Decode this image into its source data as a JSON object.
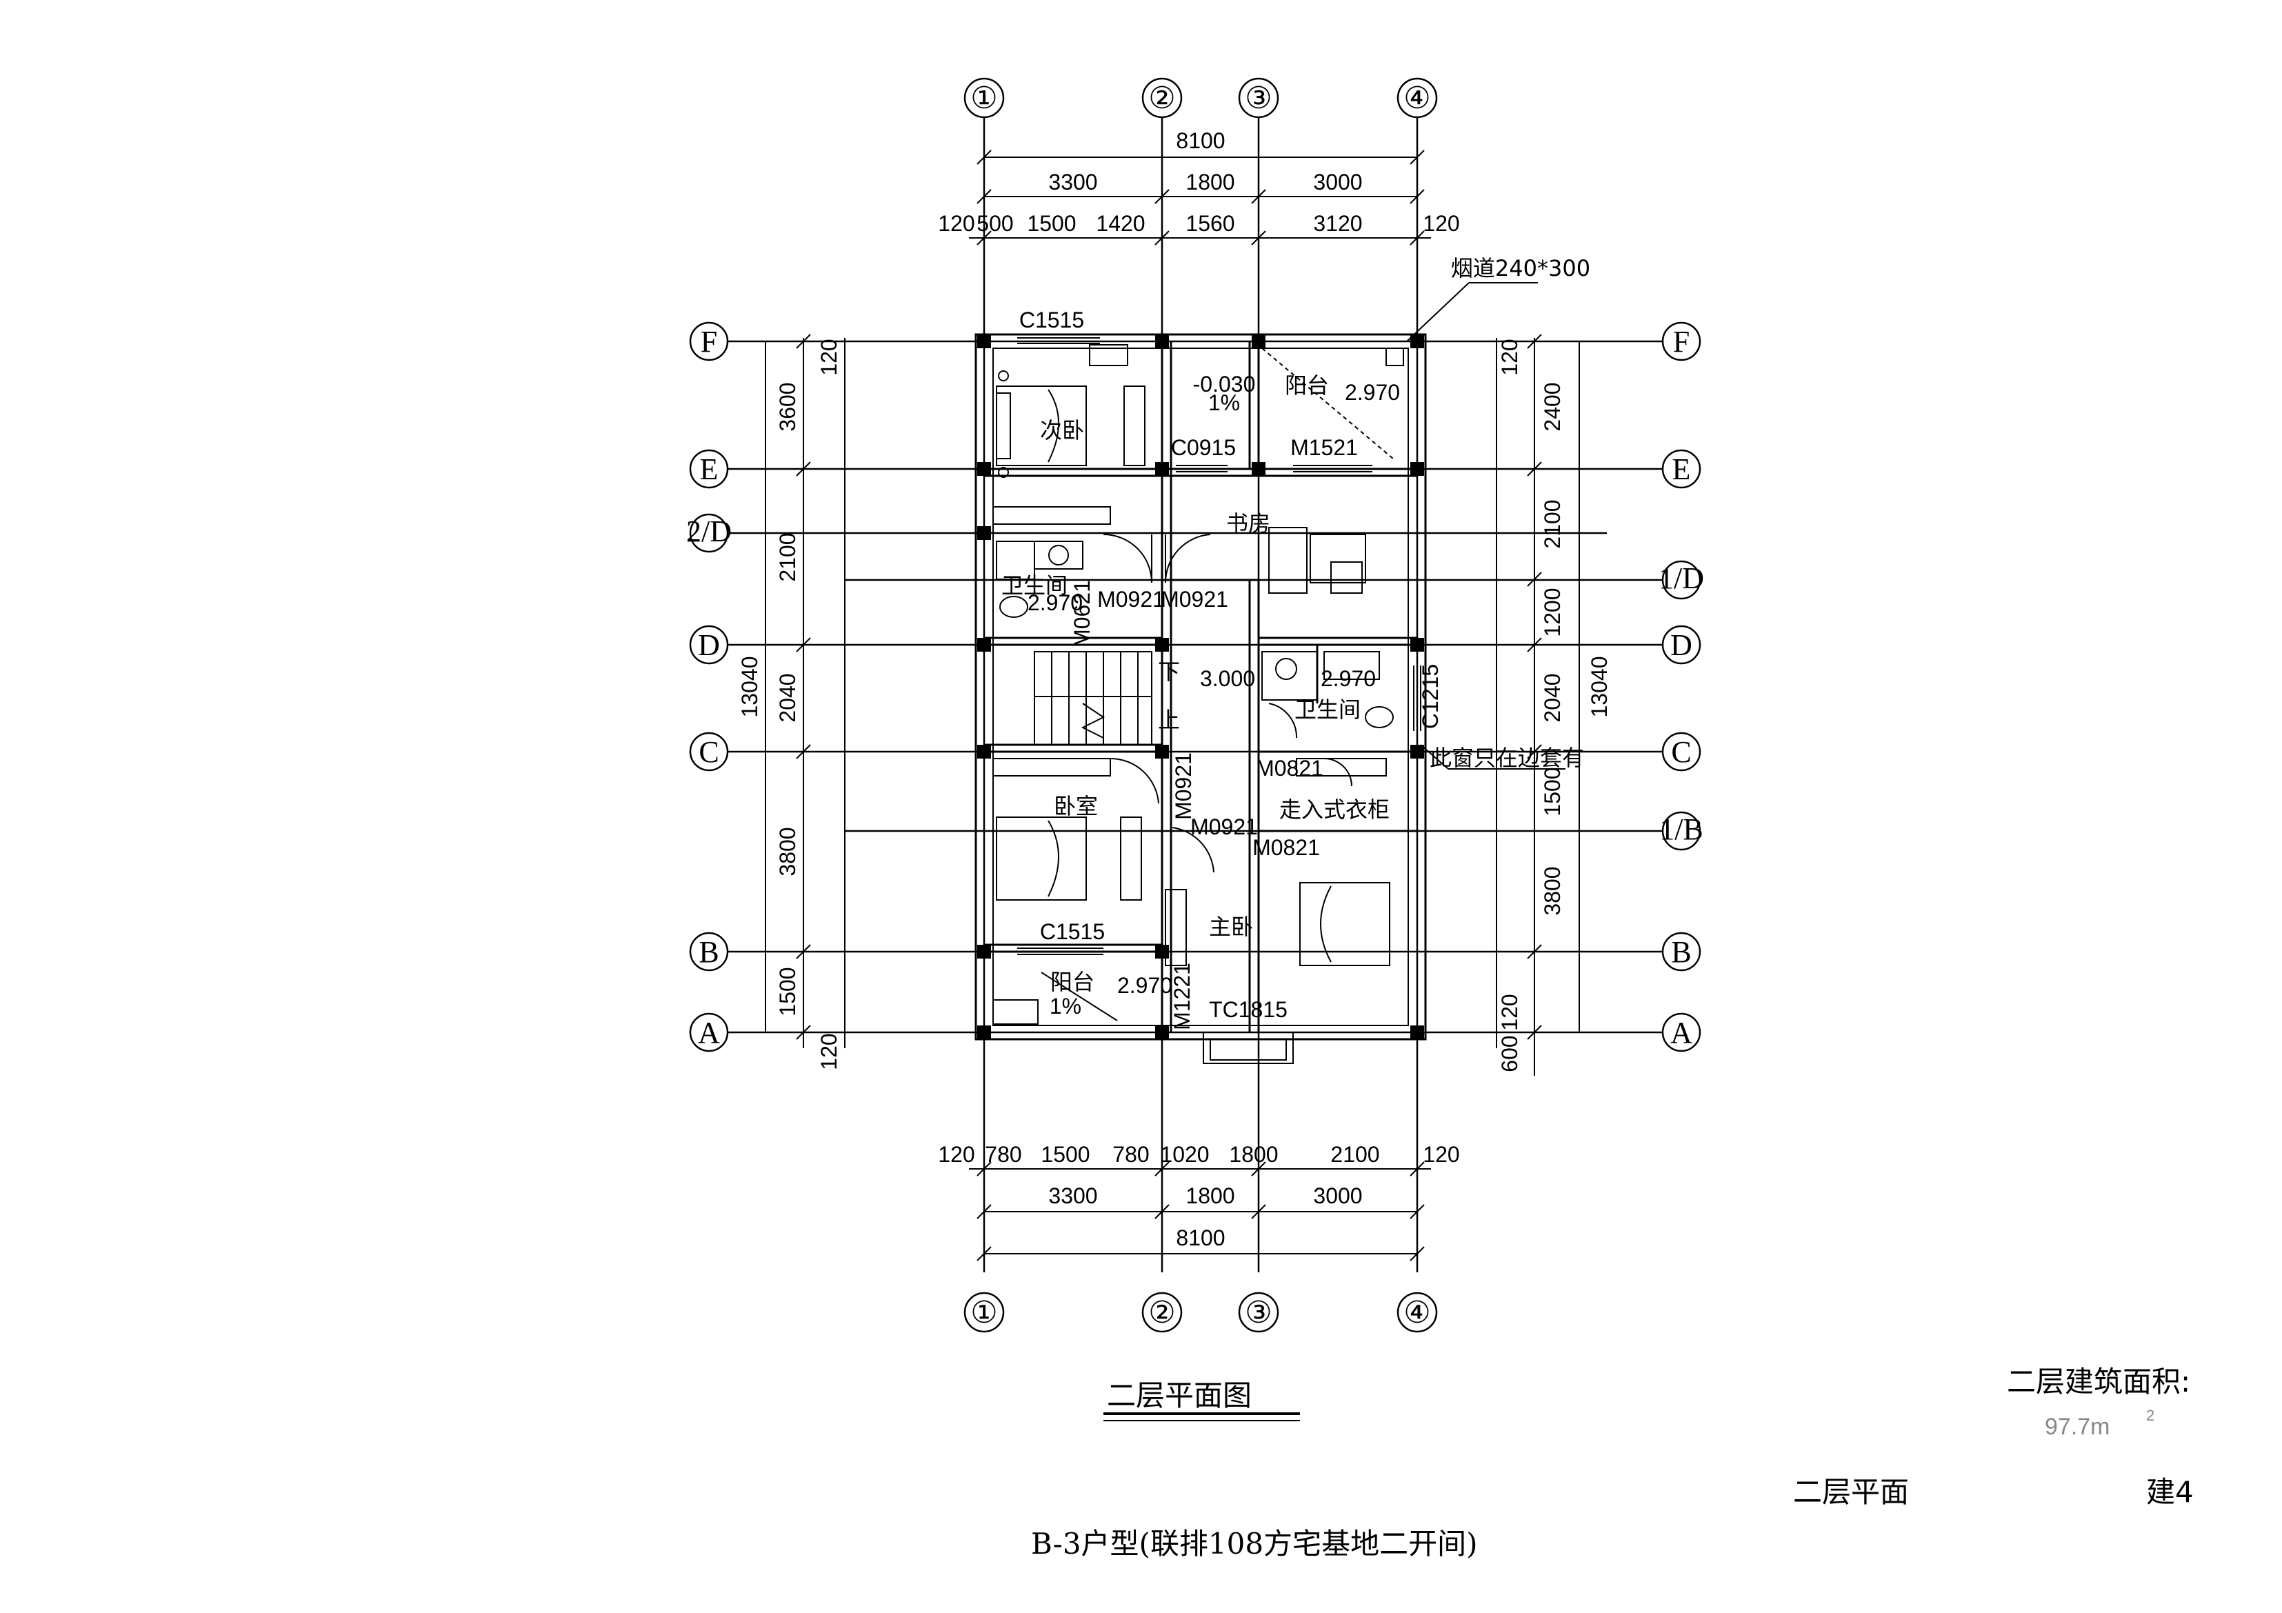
{
  "axes": {
    "columns": [
      "①",
      "②",
      "③",
      "④"
    ],
    "rows": [
      "F",
      "E",
      "2/D",
      "1/D",
      "D",
      "C",
      "1/B",
      "B",
      "A"
    ]
  },
  "dims": {
    "top_total": "8100",
    "top_bays": [
      "3300",
      "1800",
      "3000"
    ],
    "top_detail": [
      "120",
      "500",
      "1500",
      "1420",
      "1560",
      "3120",
      "120"
    ],
    "bottom_detail": [
      "120",
      "780",
      "1500",
      "780",
      "1020",
      "1800",
      "2100",
      "120"
    ],
    "bottom_bays": [
      "3300",
      "1800",
      "3000"
    ],
    "bottom_total": "8100",
    "left_total": "13040",
    "left_bays": [
      "3600",
      "2100",
      "2040",
      "3800",
      "1500"
    ],
    "left_edges": [
      "120",
      "120"
    ],
    "right_total": "13040",
    "right_bays": [
      "2400",
      "2100",
      "1200",
      "2040",
      "1500",
      "3800"
    ],
    "right_edges": [
      "120",
      "120",
      "600"
    ]
  },
  "rooms": {
    "bedroom2": "次卧",
    "study": "书房",
    "balcony_top": "阳台",
    "bath_left": "卫生间",
    "bath_right": "卫生间",
    "bedroom": "卧室",
    "walkin": "走入式衣柜",
    "master": "主卧",
    "balcony_bottom": "阳台",
    "stair_down": "下",
    "stair_up": "上"
  },
  "openings": {
    "c1515_top": "C1515",
    "c0915": "C0915",
    "m1521": "M1521",
    "m0921_a": "M0921",
    "m0921_b": "M0921",
    "m0921_c": "M0921",
    "m0921_d": "M0921",
    "c1215": "C1215",
    "m0821_a": "M0821",
    "m0821_b": "M0821",
    "c1515_bottom": "C1515",
    "m1221": "M1221",
    "tc1815": "TC1815",
    "m0621": "M0621"
  },
  "levels": {
    "balcony_top_minus": "-0.030",
    "balcony_top_slope": "1%",
    "balcony_top": "2.970",
    "bath_left": "2.970",
    "stair": "3.000",
    "bath_right": "2.970",
    "balcony_bottom": "2.970",
    "balcony_bottom_slope": "1%"
  },
  "notes": {
    "flue": "烟道240*300",
    "window_note": "此窗只在边套有"
  },
  "titles": {
    "plan_title": "二层平面图",
    "area_label": "二层建筑面积:",
    "area_value": "97.7m",
    "area_unit_sup": "2",
    "sheet_name": "二层平面",
    "sheet_no": "建4",
    "house_type": "B-3户型(联排108方宅基地二开间)"
  }
}
